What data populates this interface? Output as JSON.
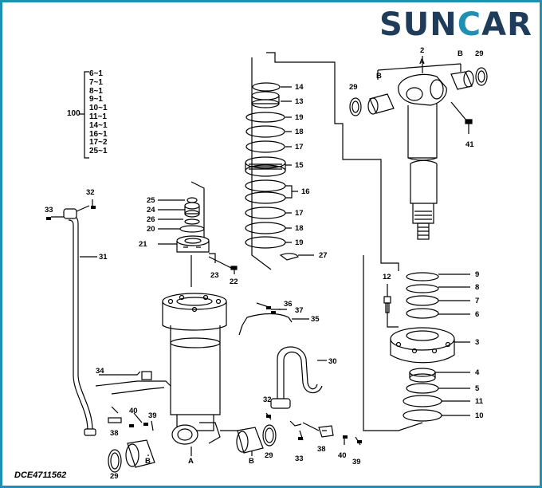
{
  "brand": {
    "name_part1": "SUN",
    "name_c": "C",
    "name_part2": "AR"
  },
  "drawing_code": "DCE4711562",
  "kit": {
    "number": "100",
    "items": [
      "6~1",
      "7~1",
      "8~1",
      "9~1",
      "10~1",
      "11~1",
      "14~1",
      "16~1",
      "17~2",
      "25~1"
    ]
  },
  "callouts": {
    "c2": "2",
    "cA_top": "A",
    "cB_top_left": "B",
    "cB_top_right": "B",
    "c29_tl": "29",
    "c29_tr": "29",
    "c41": "41",
    "c14": "14",
    "c13": "13",
    "c19a": "19",
    "c18a": "18",
    "c17a": "17",
    "c15": "15",
    "c16": "16",
    "c17b": "17",
    "c18b": "18",
    "c19b": "19",
    "c27": "27",
    "c25": "25",
    "c24": "24",
    "c26": "26",
    "c20": "20",
    "c21": "21",
    "c23": "23",
    "c22": "22",
    "c32a": "32",
    "c33a": "33",
    "c31": "31",
    "c12": "12",
    "c9": "9",
    "c8": "8",
    "c7": "7",
    "c6": "6",
    "c3": "3",
    "c4": "4",
    "c5": "5",
    "c11": "11",
    "c10": "10",
    "c36": "36",
    "c37": "37",
    "c35": "35",
    "c30": "30",
    "c34": "34",
    "c40a": "40",
    "c39a": "39",
    "c38a": "38",
    "c32b": "32",
    "cA_bot": "A",
    "cB_bot_l": "B",
    "cB_bot_r": "B",
    "c29_bl": "29",
    "c29_br": "29",
    "c33b": "33",
    "c38b": "38",
    "c40b": "40",
    "c39b": "39"
  }
}
